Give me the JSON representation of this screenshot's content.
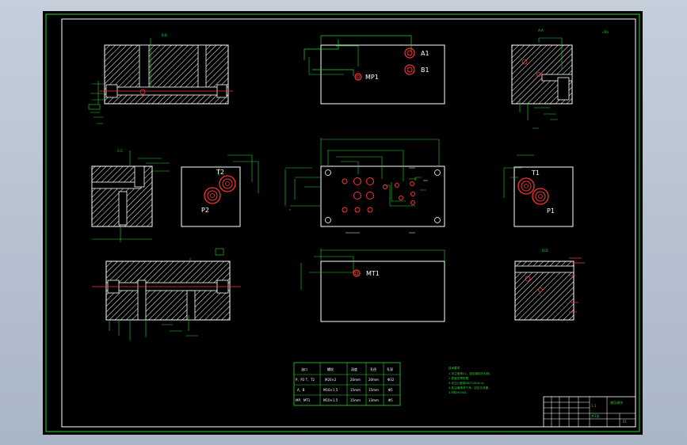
{
  "ports": {
    "a1": "A1",
    "b1": "B1",
    "mp1": "MP1",
    "t2": "T2",
    "p2": "P2",
    "t1": "T1",
    "p1": "P1",
    "mt1": "MT1"
  },
  "view_labels": {
    "top_left": "B-B",
    "top_right": "A-A",
    "mid_left": "C-C",
    "bottom_right": "D-D",
    "corner": "√Ra"
  },
  "table": {
    "headers": [
      "油口",
      "螺纹",
      "深度",
      "孔径",
      "孔深"
    ],
    "rows": [
      [
        "P、P2 T、T2",
        "M20×2",
        "20mm",
        "20mm",
        "Φ32"
      ],
      [
        "A、B",
        "M16×1.5",
        "15mm",
        "15mm",
        "Φ5"
      ],
      [
        "MP、MT1",
        "M10×1.5",
        "15mm",
        "13mm",
        "Φ5"
      ]
    ]
  },
  "notes": {
    "title": "技术要求",
    "lines": [
      "1.未注倒角C1，锐边倒钝去毛刺。",
      "2.表面发黑处理。",
      "3.未注公差按GB/T1804-m。",
      "4.各油道清洗干净，试压无泄漏。",
      "5.材料HT300。"
    ]
  },
  "title_block": {
    "name": "液压阀块",
    "scale": "1:1",
    "sheet": "共1张",
    "drawing_no": "01"
  },
  "colors": {
    "background": "#000000",
    "lines": "#27d52f",
    "outline": "#ffffff",
    "port": "#ff2222"
  }
}
